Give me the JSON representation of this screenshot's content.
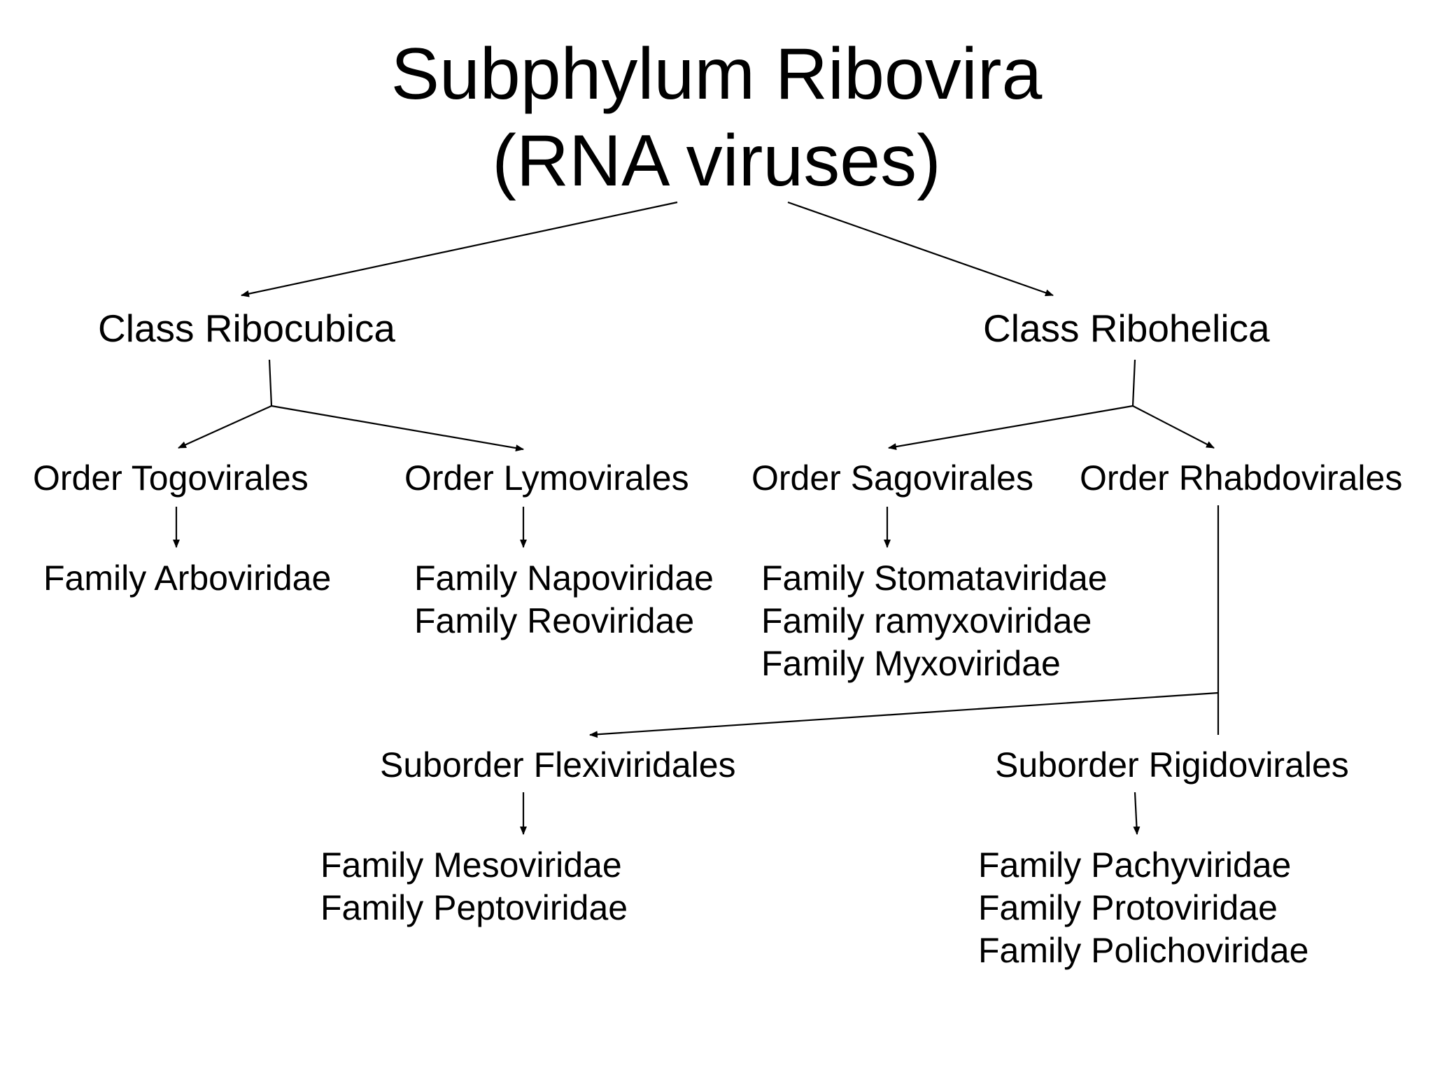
{
  "title": {
    "line1": "Subphylum Ribovira",
    "line2": "(RNA viruses)"
  },
  "classes": {
    "ribocubica": "Class Ribocubica",
    "ribohelica": "Class Ribohelica"
  },
  "orders": {
    "togovirales": "Order Togovirales",
    "lymovirales": "Order Lymovirales",
    "sagovirales": "Order Sagovirales",
    "rhabdovirales": "Order Rhabdovirales"
  },
  "suborders": {
    "flexiviridales": "Suborder Flexiviridales",
    "rigidovirales": "Suborder Rigidovirales"
  },
  "families": {
    "togovirales": [
      "Family Arboviridae"
    ],
    "lymovirales": [
      "Family Napoviridae",
      "Family Reoviridae"
    ],
    "sagovirales": [
      "Family Stomataviridae",
      "Family ramyxoviridae",
      "Family Myxoviridae"
    ],
    "flexiviridales": [
      "Family Mesoviridae",
      "Family Peptoviridae"
    ],
    "rigidovirales": [
      "Family Pachyviridae",
      "Family Protoviridae",
      "Family Polichoviridae"
    ]
  }
}
